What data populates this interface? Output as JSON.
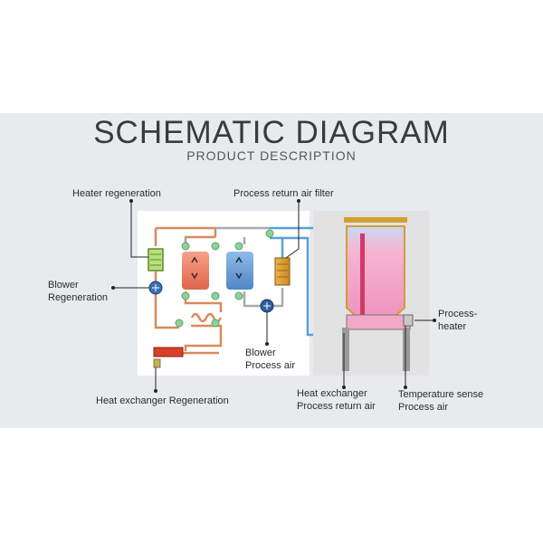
{
  "header": {
    "title": "SCHEMATIC DIAGRAM",
    "subtitle": "PRODUCT DESCRIPTION"
  },
  "labels": {
    "heater_regeneration": "Heater regeneration",
    "process_return_air_filter": "Process return air filter",
    "blower_regeneration_1": "Blower",
    "blower_regeneration_2": "Regeneration",
    "blower_process_air_1": "Blower",
    "blower_process_air_2": "Process air",
    "heat_exchanger_regeneration": "Heat exchanger Regeneration",
    "heat_exchanger_return_1": "Heat exchanger",
    "heat_exchanger_return_2": "Process return air",
    "temperature_sense_1": "Temperature sense",
    "temperature_sense_2": "Process air",
    "process_heater_1": "Process-",
    "process_heater_2": "heater"
  },
  "colors": {
    "regeneration_line": "#d98a5a",
    "process_line": "#5aa0d8",
    "return_line": "#a7aab0",
    "wheel_red": "#ee7d64",
    "wheel_blue": "#6a9fd6",
    "hopper_pink": "#f2a9c8"
  }
}
